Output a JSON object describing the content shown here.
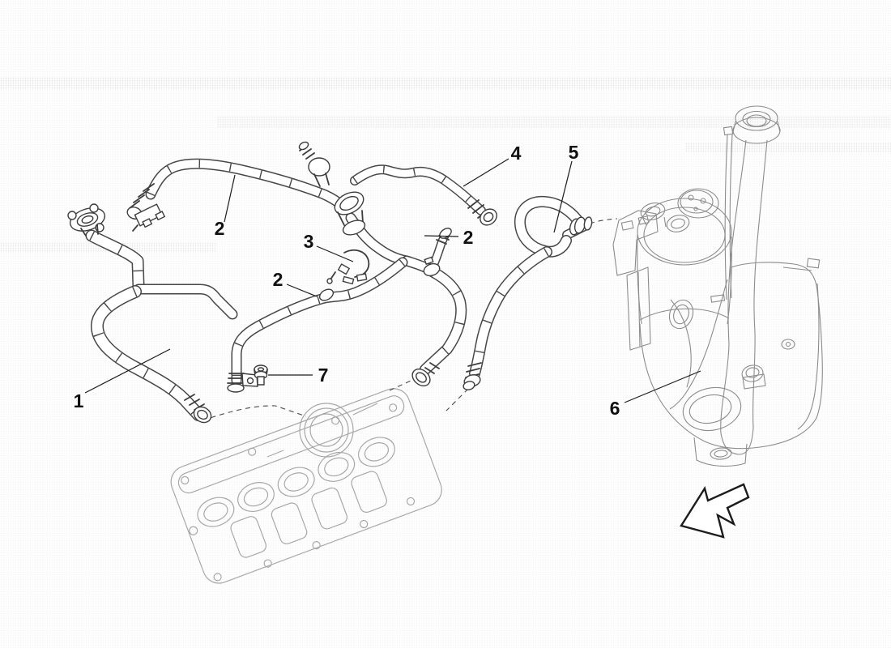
{
  "diagram": {
    "kind": "exploded-parts-diagram",
    "colors": {
      "background": "#ffffff",
      "hose_line": "#474747",
      "cover_line": "#a8a8a8",
      "tank_line": "#8c8c8c",
      "callout": "#111111"
    },
    "callouts": [
      {
        "label": "1"
      },
      {
        "label": "2"
      },
      {
        "label": "2"
      },
      {
        "label": "2"
      },
      {
        "label": "3"
      },
      {
        "label": "4"
      },
      {
        "label": "5"
      },
      {
        "label": "6"
      },
      {
        "label": "7"
      }
    ],
    "direction_arrow": {
      "icon": "direction-arrow-icon",
      "points": "lower-left"
    }
  }
}
